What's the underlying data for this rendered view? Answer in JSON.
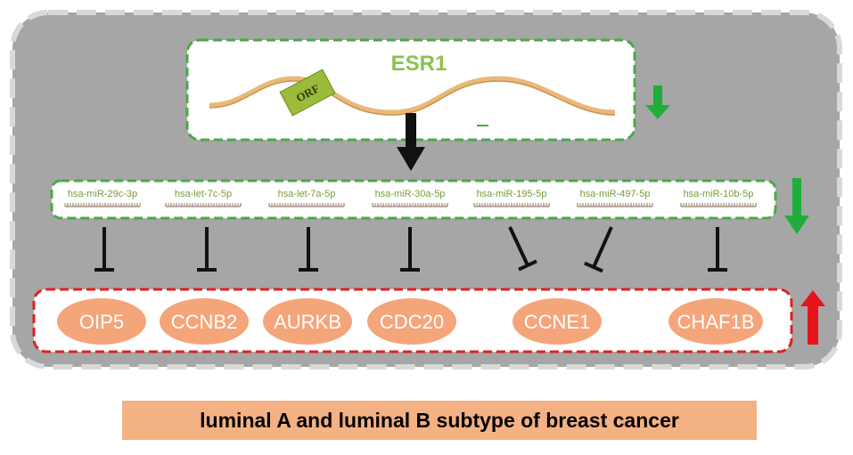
{
  "esr": {
    "title": "ESR1",
    "orf_label": "ORF"
  },
  "mirnas": [
    "hsa-miR-29c-3p",
    "hsa-let-7c-5p",
    "hsa-let-7a-5p",
    "hsa-miR-30a-5p",
    "hsa-miR-195-5p",
    "hsa-miR-497-5p",
    "hsa-miR-10b-5p"
  ],
  "genes": [
    "OIP5",
    "CCNB2",
    "AURKB",
    "CDC20",
    "CCNE1",
    "CHAF1B"
  ],
  "regulation": {
    "esr1": "down",
    "mirnas": "down",
    "genes": "up"
  },
  "caption": "luminal A and luminal B subtype of breast cancer",
  "colors": {
    "panel_bg": "#a5a5a5",
    "panel_border": "#d9d9d9",
    "esr_border": "#4aa84a",
    "mirna_border": "#4aa84a",
    "gene_border": "#e02020",
    "gene_fill": "#f4a57a",
    "down_arrow": "#1fae3a",
    "up_arrow": "#e8141b",
    "caption_bg": "#f4b183",
    "dna_strand": "#e8b97a",
    "orf_fill": "#9bbb3a"
  }
}
